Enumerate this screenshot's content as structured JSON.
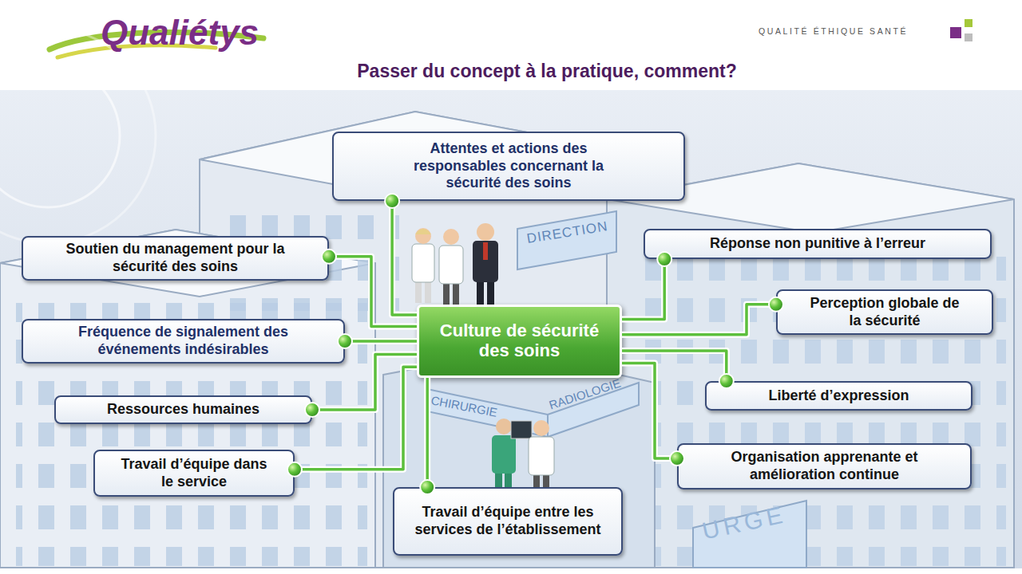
{
  "diagram": {
    "title": "Passer du concept à la pratique, comment?",
    "nodes": [
      {
        "text": [
          "Attentes et actions des responsables concernant la sécurité des soins"
        ]
      },
      {
        "text": [
          "Soutien du management pour la sécurité des soins"
        ]
      },
      {
        "text": [
          "Réponse non punitive à l’erreur"
        ]
      },
      {
        "text": [
          "Perception globale de la sécurité"
        ]
      },
      {
        "text": [
          "Culture de sécurité des soins"
        ]
      },
      {
        "text": [
          "Fréquence de signalement des événements indésirables"
        ]
      },
      {
        "text": [
          "Ressources humaines"
        ]
      },
      {
        "text": [
          "Liberté d’expression"
        ]
      },
      {
        "text": [
          "Travail d’équipe dans le service"
        ]
      },
      {
        "text": [
          "Organisation apprenante et amélioration continue"
        ]
      },
      {
        "text": [
          "Travail d’équipe entre les services de l’établissement"
        ]
      }
    ],
    "edges": [
      {
        "from": 0,
        "to": 4,
        "arrow": "none"
      },
      {
        "from": 1,
        "to": 4,
        "arrow": "none"
      },
      {
        "from": 2,
        "to": 4,
        "arrow": "none"
      },
      {
        "from": 3,
        "to": 4,
        "arrow": "none"
      },
      {
        "from": 5,
        "to": 4,
        "arrow": "none"
      },
      {
        "from": 6,
        "to": 4,
        "arrow": "none"
      },
      {
        "from": 7,
        "to": 4,
        "arrow": "none"
      },
      {
        "from": 8,
        "to": 4,
        "arrow": "none"
      },
      {
        "from": 9,
        "to": 4,
        "arrow": "none"
      },
      {
        "from": 10,
        "to": 4,
        "arrow": "none"
      }
    ],
    "labels": [
      "Qualiétys",
      "QUALITÉ ÉTHIQUE SANTÉ",
      "DIRECTION",
      "CHIRURGIE",
      "RADIOLOGIE",
      "URGE"
    ]
  }
}
